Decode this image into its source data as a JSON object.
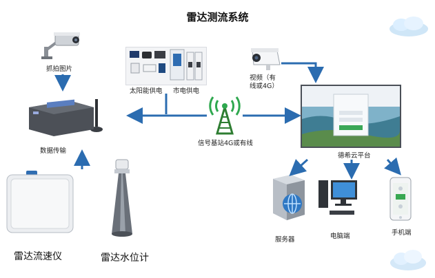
{
  "title": "雷达测流系统",
  "labels": {
    "capture": "抓拍图片",
    "solar": "太阳能供电",
    "mains": "市电供电",
    "video": "视频（有\n线或4G）",
    "transfer": "数据传输",
    "signal": "信号基站4G或有线",
    "platform": "德希云平台",
    "server": "服务器",
    "pc": "电脑端",
    "mobile": "手机端",
    "radar_velocity": "雷达流速仪",
    "radar_level": "雷达水位计"
  },
  "colors": {
    "arrow": "#2b6cb0",
    "signal_green": "#2fa84f",
    "signal_dark": "#2e7d32"
  },
  "icons": {
    "capture": "camera-icon",
    "video": "video-camera-icon",
    "signal": "signal-tower-icon",
    "server": "server-icon",
    "pc": "computer-icon",
    "mobile": "phone-icon"
  }
}
